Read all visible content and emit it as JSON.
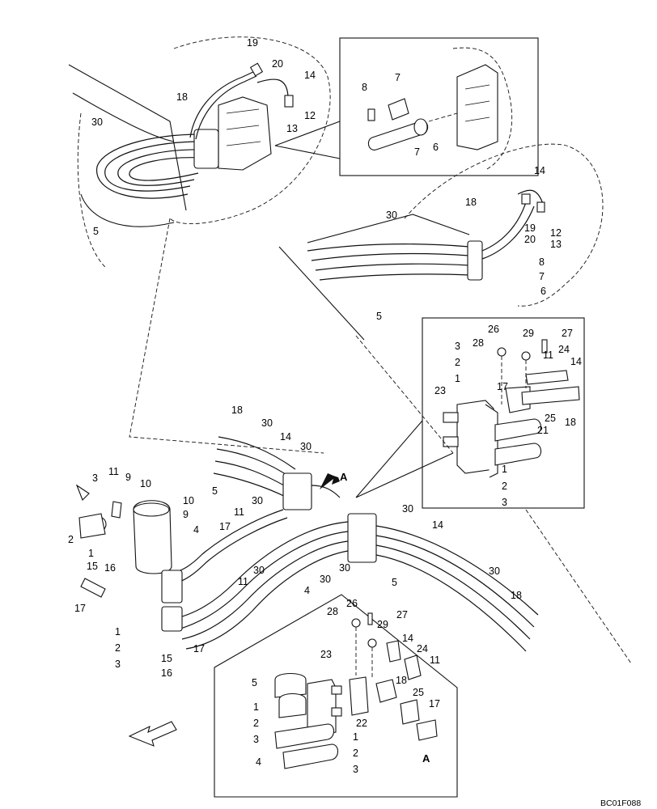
{
  "drawing_code": "BC01F088",
  "view_callout": "A",
  "labels": {
    "l19a": "19",
    "l20a": "20",
    "l14a": "14",
    "l18a": "18",
    "l12a": "12",
    "l13a": "13",
    "l30a": "30",
    "l5a": "5",
    "l8a": "8",
    "l7a": "7",
    "l7b": "7",
    "l6a": "6",
    "l14b": "14",
    "l18b": "18",
    "l30b": "30",
    "l19b": "19",
    "l20b": "20",
    "l12b": "12",
    "l13b": "13",
    "l8b": "8",
    "l7c": "7",
    "l6b": "6",
    "l5b": "5",
    "l26a": "26",
    "l29a": "29",
    "l27a": "27",
    "l28a": "28",
    "l3a": "3",
    "l2a": "2",
    "l11a": "11",
    "l24a": "24",
    "l14c": "14",
    "l1a": "1",
    "l17a": "17",
    "l23a": "23",
    "l25a": "25",
    "l18c": "18",
    "l21a": "21",
    "l1b": "1",
    "l2b": "2",
    "l3b": "3",
    "l18d": "18",
    "l30c": "30",
    "l14d": "14",
    "l30d": "30",
    "l5c": "5",
    "l3c": "3",
    "l11b": "11",
    "l9a": "9",
    "l10a": "10",
    "l2c": "2",
    "l1c": "1",
    "l10b": "10",
    "l9b": "9",
    "l4a": "4",
    "l17b": "17",
    "l11c": "11",
    "l30e": "30",
    "l15a": "15",
    "l16a": "16",
    "l17c": "17",
    "l30f": "30",
    "l30g": "30",
    "l4b": "4",
    "l11d": "11",
    "l30h": "30",
    "l1d": "1",
    "l2d": "2",
    "l3d": "3",
    "l15b": "15",
    "l16b": "16",
    "l17d": "17",
    "l30i": "30",
    "l14e": "14",
    "l5d": "5",
    "l30j": "30",
    "l18e": "18",
    "l28b": "28",
    "l26b": "26",
    "l27b": "27",
    "l29b": "29",
    "l14f": "14",
    "l24b": "24",
    "l11e": "11",
    "l23b": "23",
    "l5e": "5",
    "l18f": "18",
    "l25b": "25",
    "l1e": "1",
    "l2e": "2",
    "l3e": "3",
    "l17e": "17",
    "l22a": "22",
    "l1f": "1",
    "l2f": "2",
    "l3f": "3",
    "l4c": "4"
  }
}
